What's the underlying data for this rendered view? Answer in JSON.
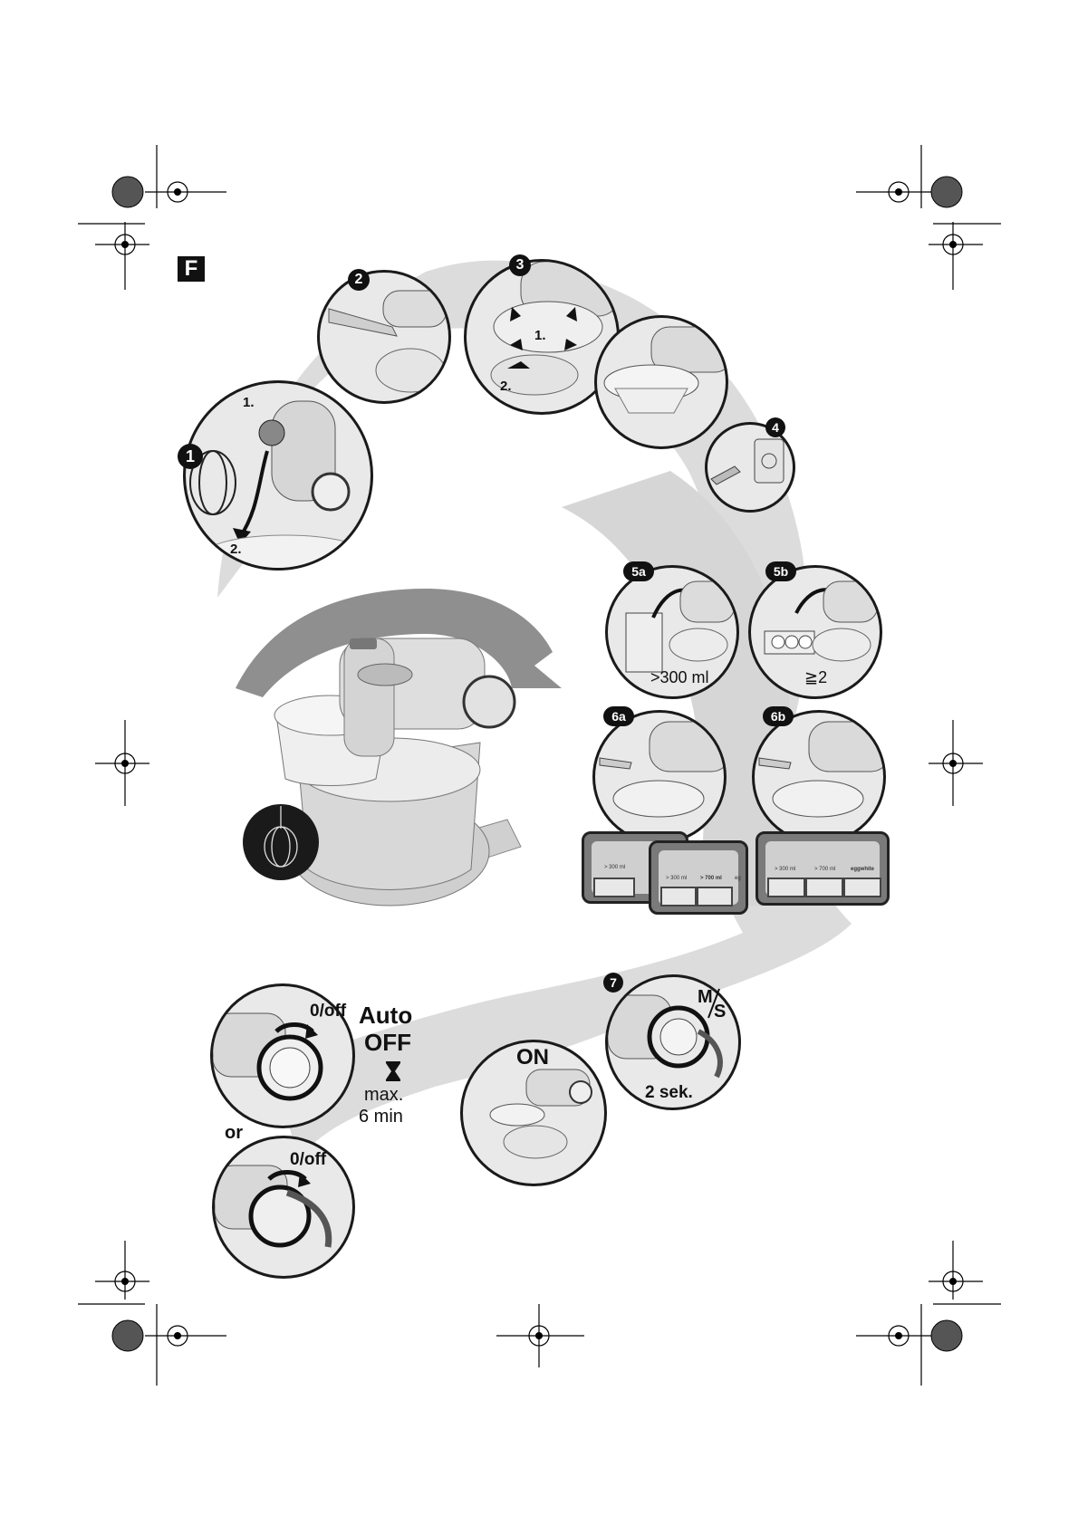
{
  "section_label": "F",
  "steps": {
    "s1": "1",
    "s2": "2",
    "s3": "3",
    "s4": "4",
    "s5a": "5a",
    "s5b": "5b",
    "s6a": "6a",
    "s6b": "6b",
    "s7": "7"
  },
  "step1": {
    "sub1": "1.",
    "sub2": "2."
  },
  "step3": {
    "sub1": "1.",
    "sub2": "2."
  },
  "step5a": {
    "caption": ">300 ml"
  },
  "step5b": {
    "caption": "≧2"
  },
  "panel_6a": {
    "labels": [
      "> 300 ml",
      "> 700 ml",
      "eg"
    ]
  },
  "panel_6b": {
    "labels": [
      "> 300 ml",
      "> 700 ml",
      "eggwhite"
    ]
  },
  "step7": {
    "mode": "M",
    "mode2": "S",
    "duration": "2 sek."
  },
  "on_label": "ON",
  "off_knob_label": "0/off",
  "off_knob_label2": "0/off",
  "auto_off": {
    "line1": "Auto",
    "line2": "OFF",
    "max": "max.",
    "time": "6 min"
  },
  "or_label": "or",
  "hourglass_icon": "hourglass-icon"
}
